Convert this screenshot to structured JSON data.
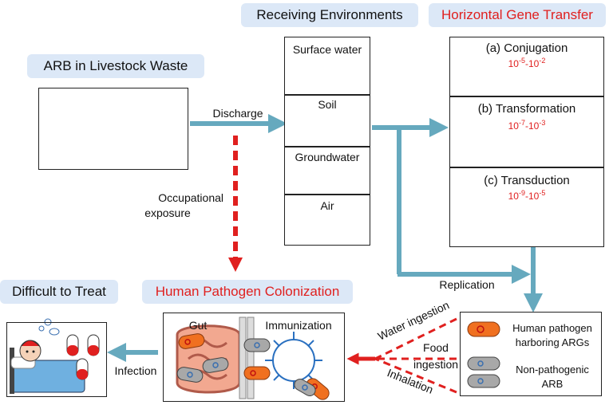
{
  "headers": {
    "arb_livestock": "ARB in Livestock Waste",
    "receiving_env": "Receiving Environments",
    "hgt": "Horizontal Gene Transfer",
    "difficult": "Difficult to Treat",
    "colonization": "Human Pathogen Colonization"
  },
  "environments": [
    "Surface water",
    "Soil",
    "Groundwater",
    "Air"
  ],
  "hgt_mechanisms": [
    {
      "label": "(a) Conjugation",
      "rate_a": "10",
      "exp_a": "-5",
      "rate_b": "10",
      "exp_b": "-2"
    },
    {
      "label": "(b) Transformation",
      "rate_a": "10",
      "exp_a": "-7",
      "rate_b": "10",
      "exp_b": "-3"
    },
    {
      "label": "(c) Transduction",
      "rate_a": "10",
      "exp_a": "-9",
      "rate_b": "10",
      "exp_b": "-5"
    }
  ],
  "flow_labels": {
    "discharge": "Discharge",
    "occupational_1": "Occupational",
    "occupational_2": "exposure",
    "replication": "Replication",
    "infection": "Infection",
    "water_ingestion": "Water ingestion",
    "food_1": "Food",
    "food_2": "ingestion",
    "inhalation": "Inhalation"
  },
  "colonization_box": {
    "gut": "Gut",
    "immunization": "Immunization"
  },
  "legend": {
    "pathogen_1": "Human pathogen",
    "pathogen_2": "harboring ARGs",
    "nonpath_1": "Non-pathogenic",
    "nonpath_2": "ARB"
  },
  "colors": {
    "accent_red": "#e0201f",
    "arrow_teal": "#66a9be",
    "header_bg": "#dce8f7",
    "bacteria_green": "#5fa83a",
    "bacteria_orange": "#f07020",
    "bacteria_gray": "#a8a8a8"
  }
}
